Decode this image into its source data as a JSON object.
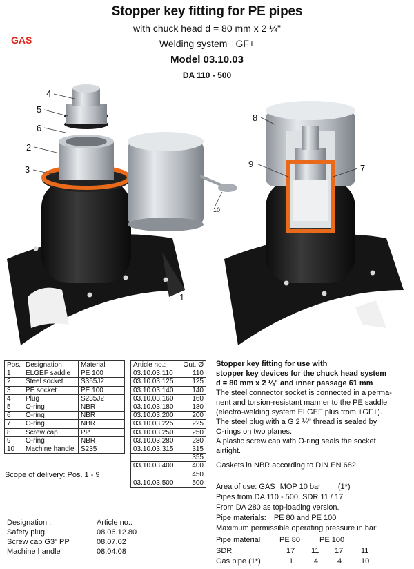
{
  "header": {
    "title": "Stopper key fitting for PE pipes",
    "subtitle_line1": "with chuck head d = 80 mm x 2 ¼\"",
    "subtitle_line2": "Welding system +GF+",
    "model": "Model 03.10.03",
    "range": "DA 110 - 500",
    "gas_label": "GAS"
  },
  "illustration": {
    "callouts_left": [
      "4",
      "5",
      "6",
      "2",
      "3",
      "1",
      "10"
    ],
    "callouts_right": [
      "8",
      "9",
      "7"
    ]
  },
  "colors": {
    "gas": "#e1261c",
    "oring": "#e86a1a",
    "body": "#1b1b1b",
    "steel": "#b9bec4"
  },
  "parts_table": {
    "headers": [
      "Pos.",
      "Designation",
      "Material"
    ],
    "rows": [
      [
        "1",
        "ELGEF saddle",
        "PE 100"
      ],
      [
        "2",
        "Steel socket",
        "S355J2"
      ],
      [
        "3",
        "PE socket",
        "PE 100"
      ],
      [
        "4",
        "Plug",
        "S235J2"
      ],
      [
        "5",
        "O-ring",
        "NBR"
      ],
      [
        "6",
        "O-ring",
        "NBR"
      ],
      [
        "7",
        "O-ring",
        "NBR"
      ],
      [
        "8",
        "Screw cap",
        "PP"
      ],
      [
        "9",
        "O-ring",
        "NBR"
      ],
      [
        "10",
        "Machine handle",
        "S235"
      ]
    ]
  },
  "scope": "Scope of delivery: Pos. 1 - 9",
  "articles_table": {
    "headers": [
      "Article no.:",
      "Out. Ø"
    ],
    "rows": [
      [
        "03.10.03.110",
        "110"
      ],
      [
        "03.10.03.125",
        "125"
      ],
      [
        "03.10.03.140",
        "140"
      ],
      [
        "03.10.03.160",
        "160"
      ],
      [
        "03.10.03.180",
        "180"
      ],
      [
        "03.10.03.200",
        "200"
      ],
      [
        "03.10.03.225",
        "225"
      ],
      [
        "03.10.03.250",
        "250"
      ],
      [
        "03.10.03.280",
        "280"
      ],
      [
        "03.10.03.315",
        "315"
      ],
      [
        "",
        "355"
      ],
      [
        "03.10.03.400",
        "400"
      ],
      [
        "",
        "450"
      ],
      [
        "03.10.03.500",
        "500"
      ]
    ]
  },
  "designation_list": {
    "headers": [
      "Designation :",
      "Article no.:"
    ],
    "rows": [
      [
        "Safety plug",
        "08.06.12.80"
      ],
      [
        "Screw cap  G3\" PP",
        "08.07.02"
      ],
      [
        "Machine handle",
        "08.04.08"
      ]
    ]
  },
  "description": {
    "heading_line1": "Stopper key fitting for use with",
    "heading_line2": "stopper key devices for the chuck head system",
    "heading_line3": "d = 80 mm x 2 ¼\" and inner passage 61 mm",
    "para1_lines": [
      "The steel connector socket is connected in a perma-",
      "nent and torsion-resistant manner to the PE saddle",
      "(electro-welding system ELGEF plus from +GF+).",
      "The steel plug with a G 2 ¼\" thread is sealed by",
      "O-rings on two planes."
    ],
    "para2_lines": [
      "A plastic screw cap with O-ring seals the socket",
      "airtight."
    ],
    "gaskets": "Gaskets in NBR according to DIN EN 682"
  },
  "properties": {
    "area_label": "Area of use:",
    "area_value": "GAS",
    "mop": "MOP 10 bar",
    "mop_note": "(1*)",
    "pipes_from": "Pipes from DA 110 - 500, SDR 11 / 17",
    "top_loading": "From DA 280 as top-loading version.",
    "materials_label": "Pipe materials:",
    "materials_value": "PE 80 and PE 100",
    "max_pressure": "Maximum permissible operating pressure in bar:",
    "grid_header": {
      "label": "Pipe material",
      "pe80": "PE  80",
      "pe100": "PE 100"
    },
    "sdr_row": {
      "label": "SDR",
      "values": [
        "17",
        "11",
        "17",
        "11"
      ]
    },
    "gas_row": {
      "label": "Gas pipe (1*)",
      "values": [
        "1",
        "4",
        "4",
        "10"
      ]
    }
  }
}
